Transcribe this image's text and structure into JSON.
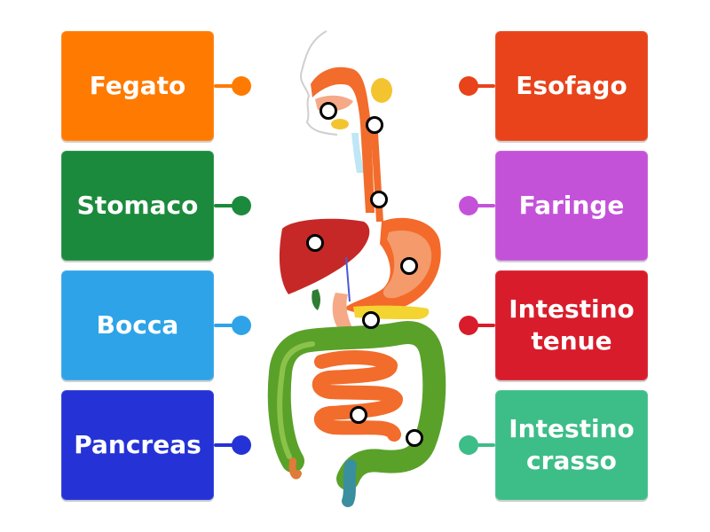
{
  "labels_left": [
    {
      "text": "Fegato",
      "color": "#ff7a00"
    },
    {
      "text": "Stomaco",
      "color": "#1b8a3c"
    },
    {
      "text": "Bocca",
      "color": "#2ea3e8"
    },
    {
      "text": "Pancreas",
      "color": "#2532d6"
    }
  ],
  "labels_right": [
    {
      "text": "Esofago",
      "color": "#e8431a"
    },
    {
      "text": "Faringe",
      "color": "#c452d9"
    },
    {
      "text": "Intestino\ntenue",
      "color": "#d81c2b"
    },
    {
      "text": "Intestino\ncrasso",
      "color": "#3dbd88"
    }
  ],
  "diagram": {
    "image": "human-digestive-system",
    "markers": [
      "marker-1",
      "marker-2",
      "marker-3",
      "marker-4",
      "marker-5",
      "marker-6",
      "marker-7",
      "marker-8"
    ]
  }
}
